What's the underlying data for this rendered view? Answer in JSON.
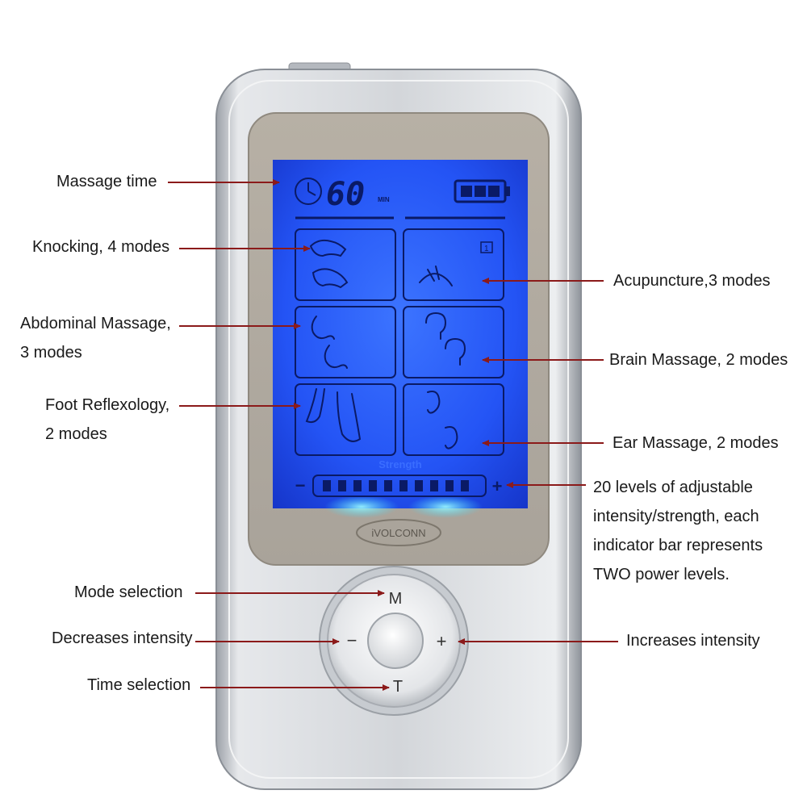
{
  "device": {
    "timer_value": "60",
    "timer_unit": "MIN",
    "strength_title": "Strength",
    "brand": "iVOLCONN",
    "minus_sign": "−",
    "plus_sign": "+",
    "buttons": {
      "mode": "M",
      "time": "T",
      "decrease": "−",
      "increase": "+"
    },
    "lcd_indicator": "1",
    "strength_bars_lit": 10,
    "colors": {
      "lcd_blue": "#1f4bff",
      "arrow": "#8b1a1a",
      "body_silver": "#c9cdd3"
    }
  },
  "callouts": {
    "massage_time": "Massage time",
    "knocking": "Knocking, 4 modes",
    "abdominal": {
      "line1": "Abdominal Massage,",
      "line2": "3 modes"
    },
    "foot": {
      "line1": "Foot Reflexology,",
      "line2": "2 modes"
    },
    "acupuncture": "Acupuncture,3 modes",
    "brain": "Brain Massage, 2 modes",
    "ear": "Ear Massage, 2 modes",
    "levels": {
      "line1": "20 levels of adjustable",
      "line2": "intensity/strength, each",
      "line3": "indicator bar represents",
      "line4": "TWO power levels."
    },
    "mode_selection": "Mode selection",
    "decreases": "Decreases intensity",
    "increases": "Increases intensity",
    "time_selection": "Time selection"
  }
}
